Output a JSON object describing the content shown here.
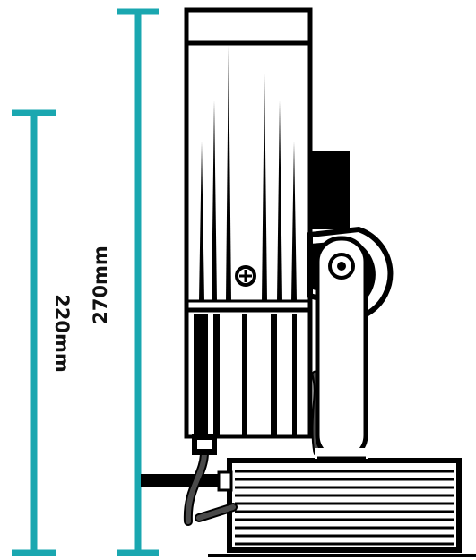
{
  "diagram": {
    "dimensions": {
      "overall_height": {
        "label": "270mm",
        "value_mm": 270
      },
      "body_height": {
        "label": "220mm",
        "value_mm": 220
      }
    },
    "colors": {
      "dimension_line": "#1aa7b0",
      "ink": "#000000",
      "cable": "#4a4a4a",
      "background": "#ffffff"
    },
    "icons": [
      "screw-head-icon",
      "pivot-bolt-icon"
    ]
  }
}
